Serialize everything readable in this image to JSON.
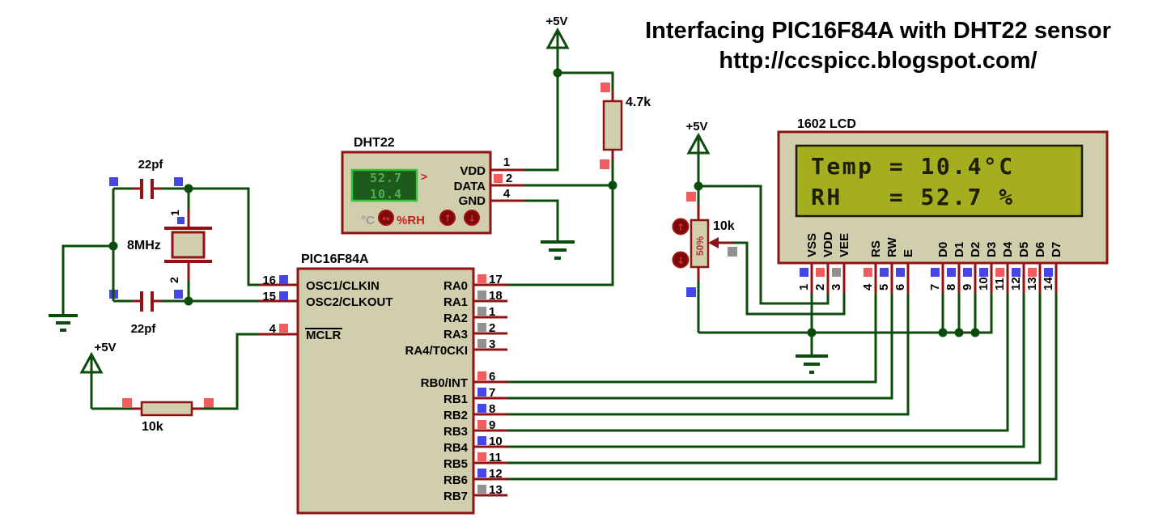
{
  "title": {
    "line1": "Interfacing PIC16F84A with DHT22 sensor",
    "line2": "http://ccspicc.blogspot.com/"
  },
  "colors": {
    "wire": "#0c4c0c",
    "pin_stub": "#8e1414",
    "component_border": "#8e1414",
    "component_fill": "#d1cead",
    "lcd_screen": "#a4ae1f",
    "lcd_text": "#1e1e00",
    "dht_screen_bg": "#1d5a1d",
    "dht_screen_border": "#35c435",
    "dht_screen_text": "#4fae4f",
    "state_red": "#f25c5c",
    "state_blue": "#4545e8",
    "state_gray": "#919191"
  },
  "power": {
    "label": "+5V"
  },
  "crystal": {
    "label": "8MHz",
    "pin1": "1",
    "pin2": "2",
    "cap_top_label": "22pf",
    "cap_bottom_label": "22pf"
  },
  "resistors": {
    "data_pullup_label": "4.7k",
    "mclr_pullup_label": "10k"
  },
  "pot": {
    "label": "10k",
    "wiper_value": "50%",
    "up_glyph": "↑",
    "down_glyph": "↓"
  },
  "dht22": {
    "label": "DHT22",
    "humidity_value": "52.7",
    "temperature_value": "10.4",
    "cursor_glyph": ">",
    "celsius_label": "°C",
    "mode_glyph": "↔",
    "rh_label": "%RH",
    "up_glyph": "↑",
    "down_glyph": "↓",
    "pins": [
      {
        "name": "VDD",
        "number": "1"
      },
      {
        "name": "DATA",
        "number": "2",
        "state_color": "#f25c5c"
      },
      {
        "name": "GND",
        "number": "4"
      }
    ]
  },
  "pic": {
    "label": "PIC16F84A",
    "left_pins": [
      {
        "name": "OSC1/CLKIN",
        "number": "16",
        "state_color": "#4545e8"
      },
      {
        "name": "OSC2/CLKOUT",
        "number": "15",
        "state_color": "#4545e8"
      },
      {
        "name": "MCLR",
        "number": "4",
        "state_color": "#f25c5c"
      }
    ],
    "right_pins": [
      {
        "name": "RA0",
        "number": "17",
        "state_color": "#f25c5c"
      },
      {
        "name": "RA1",
        "number": "18",
        "state_color": "#919191"
      },
      {
        "name": "RA2",
        "number": "1",
        "state_color": "#919191"
      },
      {
        "name": "RA3",
        "number": "2",
        "state_color": "#919191"
      },
      {
        "name": "RA4/T0CKI",
        "number": "3",
        "state_color": "#919191"
      },
      {
        "name": "RB0/INT",
        "number": "6",
        "state_color": "#f25c5c"
      },
      {
        "name": "RB1",
        "number": "7",
        "state_color": "#4545e8"
      },
      {
        "name": "RB2",
        "number": "8",
        "state_color": "#4545e8"
      },
      {
        "name": "RB3",
        "number": "9",
        "state_color": "#f25c5c"
      },
      {
        "name": "RB4",
        "number": "10",
        "state_color": "#4545e8"
      },
      {
        "name": "RB5",
        "number": "11",
        "state_color": "#f25c5c"
      },
      {
        "name": "RB6",
        "number": "12",
        "state_color": "#4545e8"
      },
      {
        "name": "RB7",
        "number": "13",
        "state_color": "#919191"
      }
    ]
  },
  "lcd": {
    "label": "1602 LCD",
    "screen_line1": "Temp = 10.4°C",
    "screen_line2": "RH   = 52.7 %",
    "pins": [
      {
        "name": "VSS",
        "number": "1",
        "state_color": "#4545e8"
      },
      {
        "name": "VDD",
        "number": "2",
        "state_color": "#f25c5c"
      },
      {
        "name": "VEE",
        "number": "3",
        "state_color": "#919191"
      },
      {
        "name": "RS",
        "number": "4",
        "state_color": "#f25c5c"
      },
      {
        "name": "RW",
        "number": "5",
        "state_color": "#4545e8"
      },
      {
        "name": "E",
        "number": "6",
        "state_color": "#4545e8"
      },
      {
        "name": "D0",
        "number": "7",
        "state_color": "#4545e8"
      },
      {
        "name": "D1",
        "number": "8",
        "state_color": "#4545e8"
      },
      {
        "name": "D2",
        "number": "9",
        "state_color": "#4545e8"
      },
      {
        "name": "D3",
        "number": "10",
        "state_color": "#4545e8"
      },
      {
        "name": "D4",
        "number": "11",
        "state_color": "#f25c5c"
      },
      {
        "name": "D5",
        "number": "12",
        "state_color": "#4545e8"
      },
      {
        "name": "D6",
        "number": "13",
        "state_color": "#f25c5c"
      },
      {
        "name": "D7",
        "number": "14",
        "state_color": "#4545e8"
      }
    ]
  }
}
